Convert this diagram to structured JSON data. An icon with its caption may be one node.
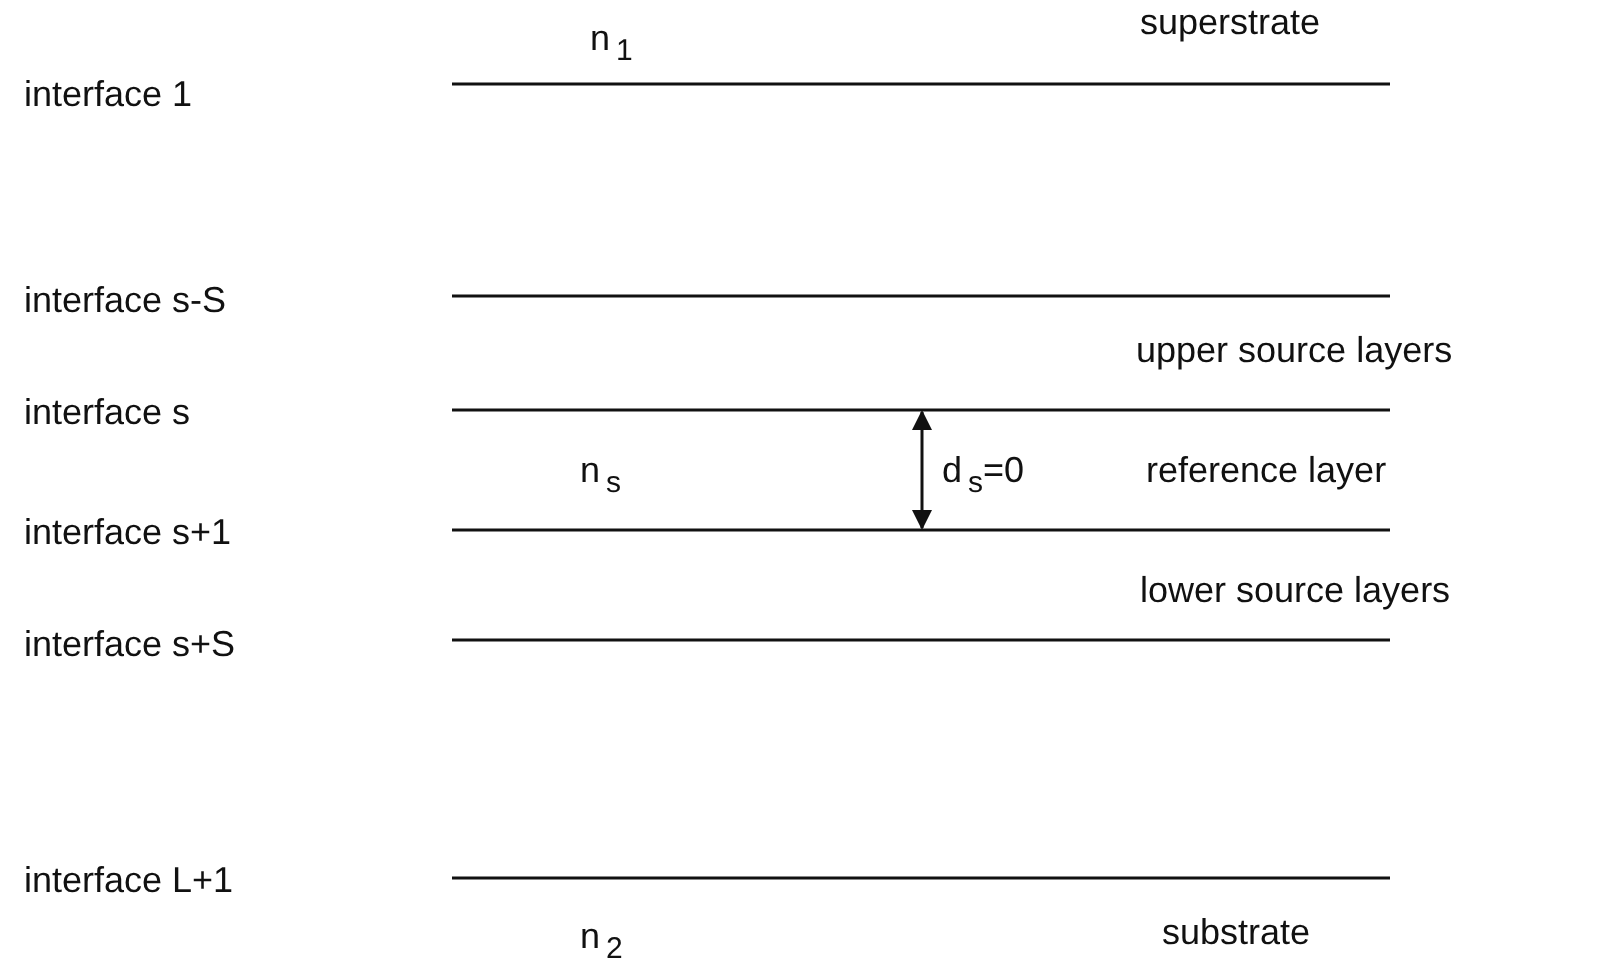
{
  "diagram": {
    "labels": [
      "n$_{1}$",
      "superstrate",
      "interface 1",
      "interface s-S",
      "upper source layers",
      "interface s",
      "n$_{s}$",
      "d$_{s}$=0",
      "reference layer",
      "interface s+1",
      "lower source layers",
      "interface s+S",
      "interface L+1",
      "n$_{2}$",
      "substrate"
    ]
  }
}
